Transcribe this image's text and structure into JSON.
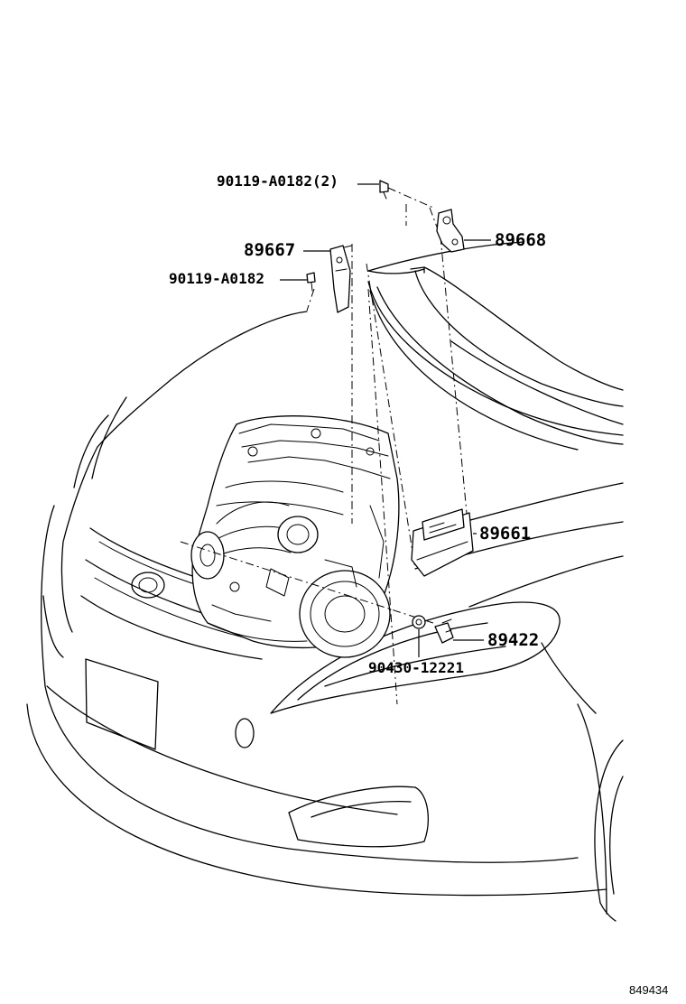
{
  "diagram": {
    "callouts": {
      "screw_upper": "90119-A0182(2)",
      "bracket_right": "89668",
      "bracket_left": "89667",
      "screw_left": "90119-A0182",
      "ecu": "89661",
      "sensor": "89422",
      "gasket": "90430-12221"
    },
    "illustration_number": "849434"
  },
  "colors": {
    "ink": "#000000",
    "paper": "#ffffff"
  }
}
